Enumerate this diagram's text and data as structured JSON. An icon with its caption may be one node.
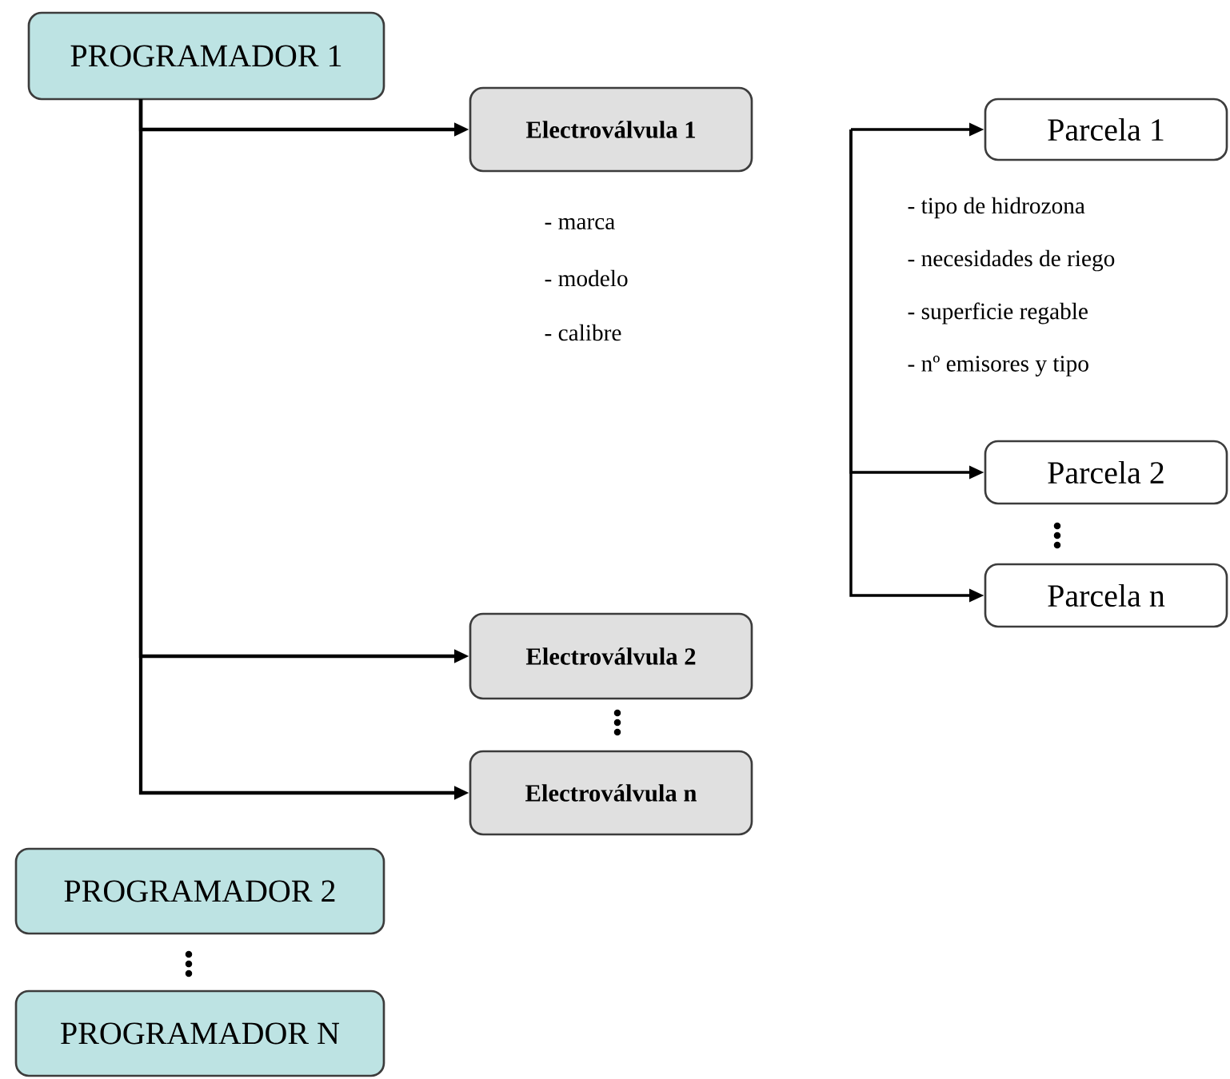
{
  "diagram": {
    "nodes": [
      {
        "text": [
          "PROGRAMADOR 1"
        ]
      },
      {
        "text": [
          "Electroválvula 1"
        ],
        "beside": [
          "- marca",
          "- modelo",
          "- calibre"
        ]
      },
      {
        "text": [
          "Electroválvula 2"
        ]
      },
      {
        "text": [
          "Electroválvula n"
        ]
      },
      {
        "text": [
          "Parcela 1"
        ],
        "beside": [
          "- tipo de hidrozona",
          "- necesidades de riego",
          "- superficie regable",
          "- nº emisores y tipo"
        ]
      },
      {
        "text": [
          "Parcela 2"
        ]
      },
      {
        "text": [
          "Parcela n"
        ]
      },
      {
        "text": [
          "PROGRAMADOR 2"
        ]
      },
      {
        "text": [
          "PROGRAMADOR N"
        ]
      }
    ],
    "edges": [
      {
        "from": 0,
        "to": 1,
        "arrow": "to"
      },
      {
        "from": 0,
        "to": 2,
        "arrow": "to"
      },
      {
        "from": 0,
        "to": 3,
        "arrow": "to"
      },
      {
        "from": null,
        "to": 4,
        "arrow": "to"
      },
      {
        "from": null,
        "to": 5,
        "arrow": "to"
      },
      {
        "from": null,
        "to": 6,
        "arrow": "to"
      }
    ]
  }
}
